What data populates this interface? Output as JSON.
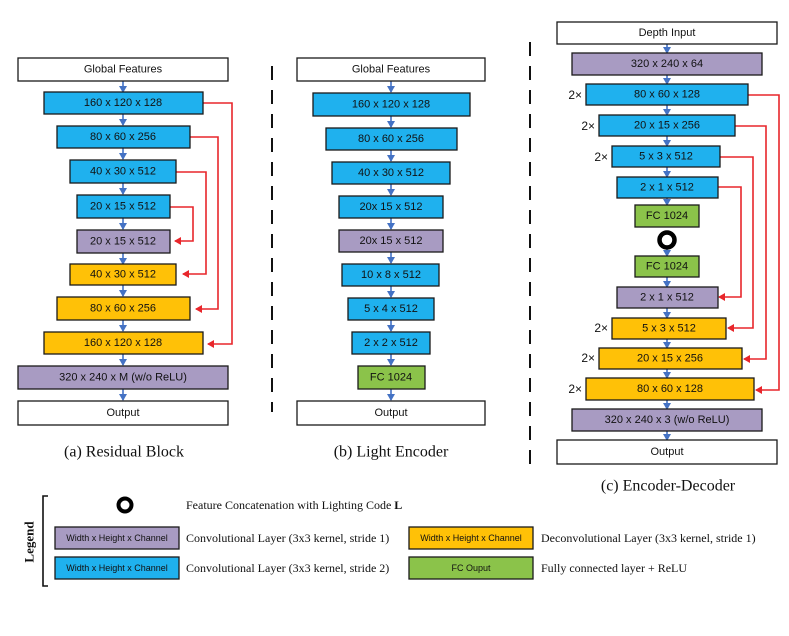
{
  "colors": {
    "white": "#ffffff",
    "purple": "#a89bc2",
    "blue": "#1fb1ee",
    "orange": "#ffc107",
    "green": "#8bc34a",
    "flow_arrow": "#4472c4",
    "skip_arrow": "#e8262b"
  },
  "panel_a": {
    "caption": "(a) Residual Block",
    "blocks": [
      {
        "label": "Global Features",
        "color": "white"
      },
      {
        "label": "160 x 120 x 128",
        "color": "blue"
      },
      {
        "label": "80 x 60 x 256",
        "color": "blue"
      },
      {
        "label": "40 x 30 x 512",
        "color": "blue"
      },
      {
        "label": "20 x 15 x 512",
        "color": "blue"
      },
      {
        "label": "20 x 15 x 512",
        "color": "purple"
      },
      {
        "label": "40 x 30 x 512",
        "color": "orange"
      },
      {
        "label": "80 x 60 x 256",
        "color": "orange"
      },
      {
        "label": "160 x 120 x 128",
        "color": "orange"
      },
      {
        "label": "320 x 240 x M (w/o ReLU)",
        "color": "purple"
      },
      {
        "label": "Output",
        "color": "white"
      }
    ]
  },
  "panel_b": {
    "caption": "(b) Light Encoder",
    "blocks": [
      {
        "label": "Global Features",
        "color": "white"
      },
      {
        "label": "160 x 120 x 128",
        "color": "blue"
      },
      {
        "label": "80 x 60 x 256",
        "color": "blue"
      },
      {
        "label": "40 x 30 x 512",
        "color": "blue"
      },
      {
        "label": "20x 15 x 512",
        "color": "blue"
      },
      {
        "label": "20x 15 x 512",
        "color": "purple"
      },
      {
        "label": "10 x 8 x 512",
        "color": "blue"
      },
      {
        "label": "5 x 4 x 512",
        "color": "blue"
      },
      {
        "label": "2 x 2 x 512",
        "color": "blue"
      },
      {
        "label": "FC 1024",
        "color": "green"
      },
      {
        "label": "Output",
        "color": "white"
      }
    ]
  },
  "panel_c": {
    "caption": "(c) Encoder-Decoder",
    "blocks": [
      {
        "label": "Depth Input",
        "color": "white",
        "mult": ""
      },
      {
        "label": "320 x 240 x 64",
        "color": "purple",
        "mult": ""
      },
      {
        "label": "80 x 60 x 128",
        "color": "blue",
        "mult": "2×"
      },
      {
        "label": "20 x 15 x 256",
        "color": "blue",
        "mult": "2×"
      },
      {
        "label": "5 x 3 x 512",
        "color": "blue",
        "mult": "2×"
      },
      {
        "label": "2 x 1 x 512",
        "color": "blue",
        "mult": ""
      },
      {
        "label": "FC 1024",
        "color": "green",
        "mult": ""
      },
      {
        "label": "FC 1024",
        "color": "green",
        "mult": ""
      },
      {
        "label": "2 x 1 x 512",
        "color": "purple",
        "mult": ""
      },
      {
        "label": "5 x 3 x 512",
        "color": "orange",
        "mult": "2×"
      },
      {
        "label": "20 x 15 x 256",
        "color": "orange",
        "mult": "2×"
      },
      {
        "label": "80 x 60 x 128",
        "color": "orange",
        "mult": "2×"
      },
      {
        "label": "320 x 240 x 3 (w/o ReLU)",
        "color": "purple",
        "mult": ""
      },
      {
        "label": "Output",
        "color": "white",
        "mult": ""
      }
    ]
  },
  "legend": {
    "title": "Legend",
    "concat_icon": "concatenation-ring-icon",
    "concat_text": "Feature Concatenation with Lighting Code ",
    "concat_symbol": "L",
    "items": [
      {
        "swatch": "Width x Height x Channel",
        "color": "purple",
        "text": "Convolutional Layer (3x3 kernel, stride 1)"
      },
      {
        "swatch": "Width x Height x Channel",
        "color": "blue",
        "text": "Convolutional Layer (3x3 kernel, stride 2)"
      },
      {
        "swatch": "Width x Height x Channel",
        "color": "orange",
        "text": "Deconvolutional Layer (3x3 kernel, stride 1)"
      },
      {
        "swatch": "FC Ouput",
        "color": "green",
        "text": "Fully connected layer + ReLU"
      }
    ]
  }
}
